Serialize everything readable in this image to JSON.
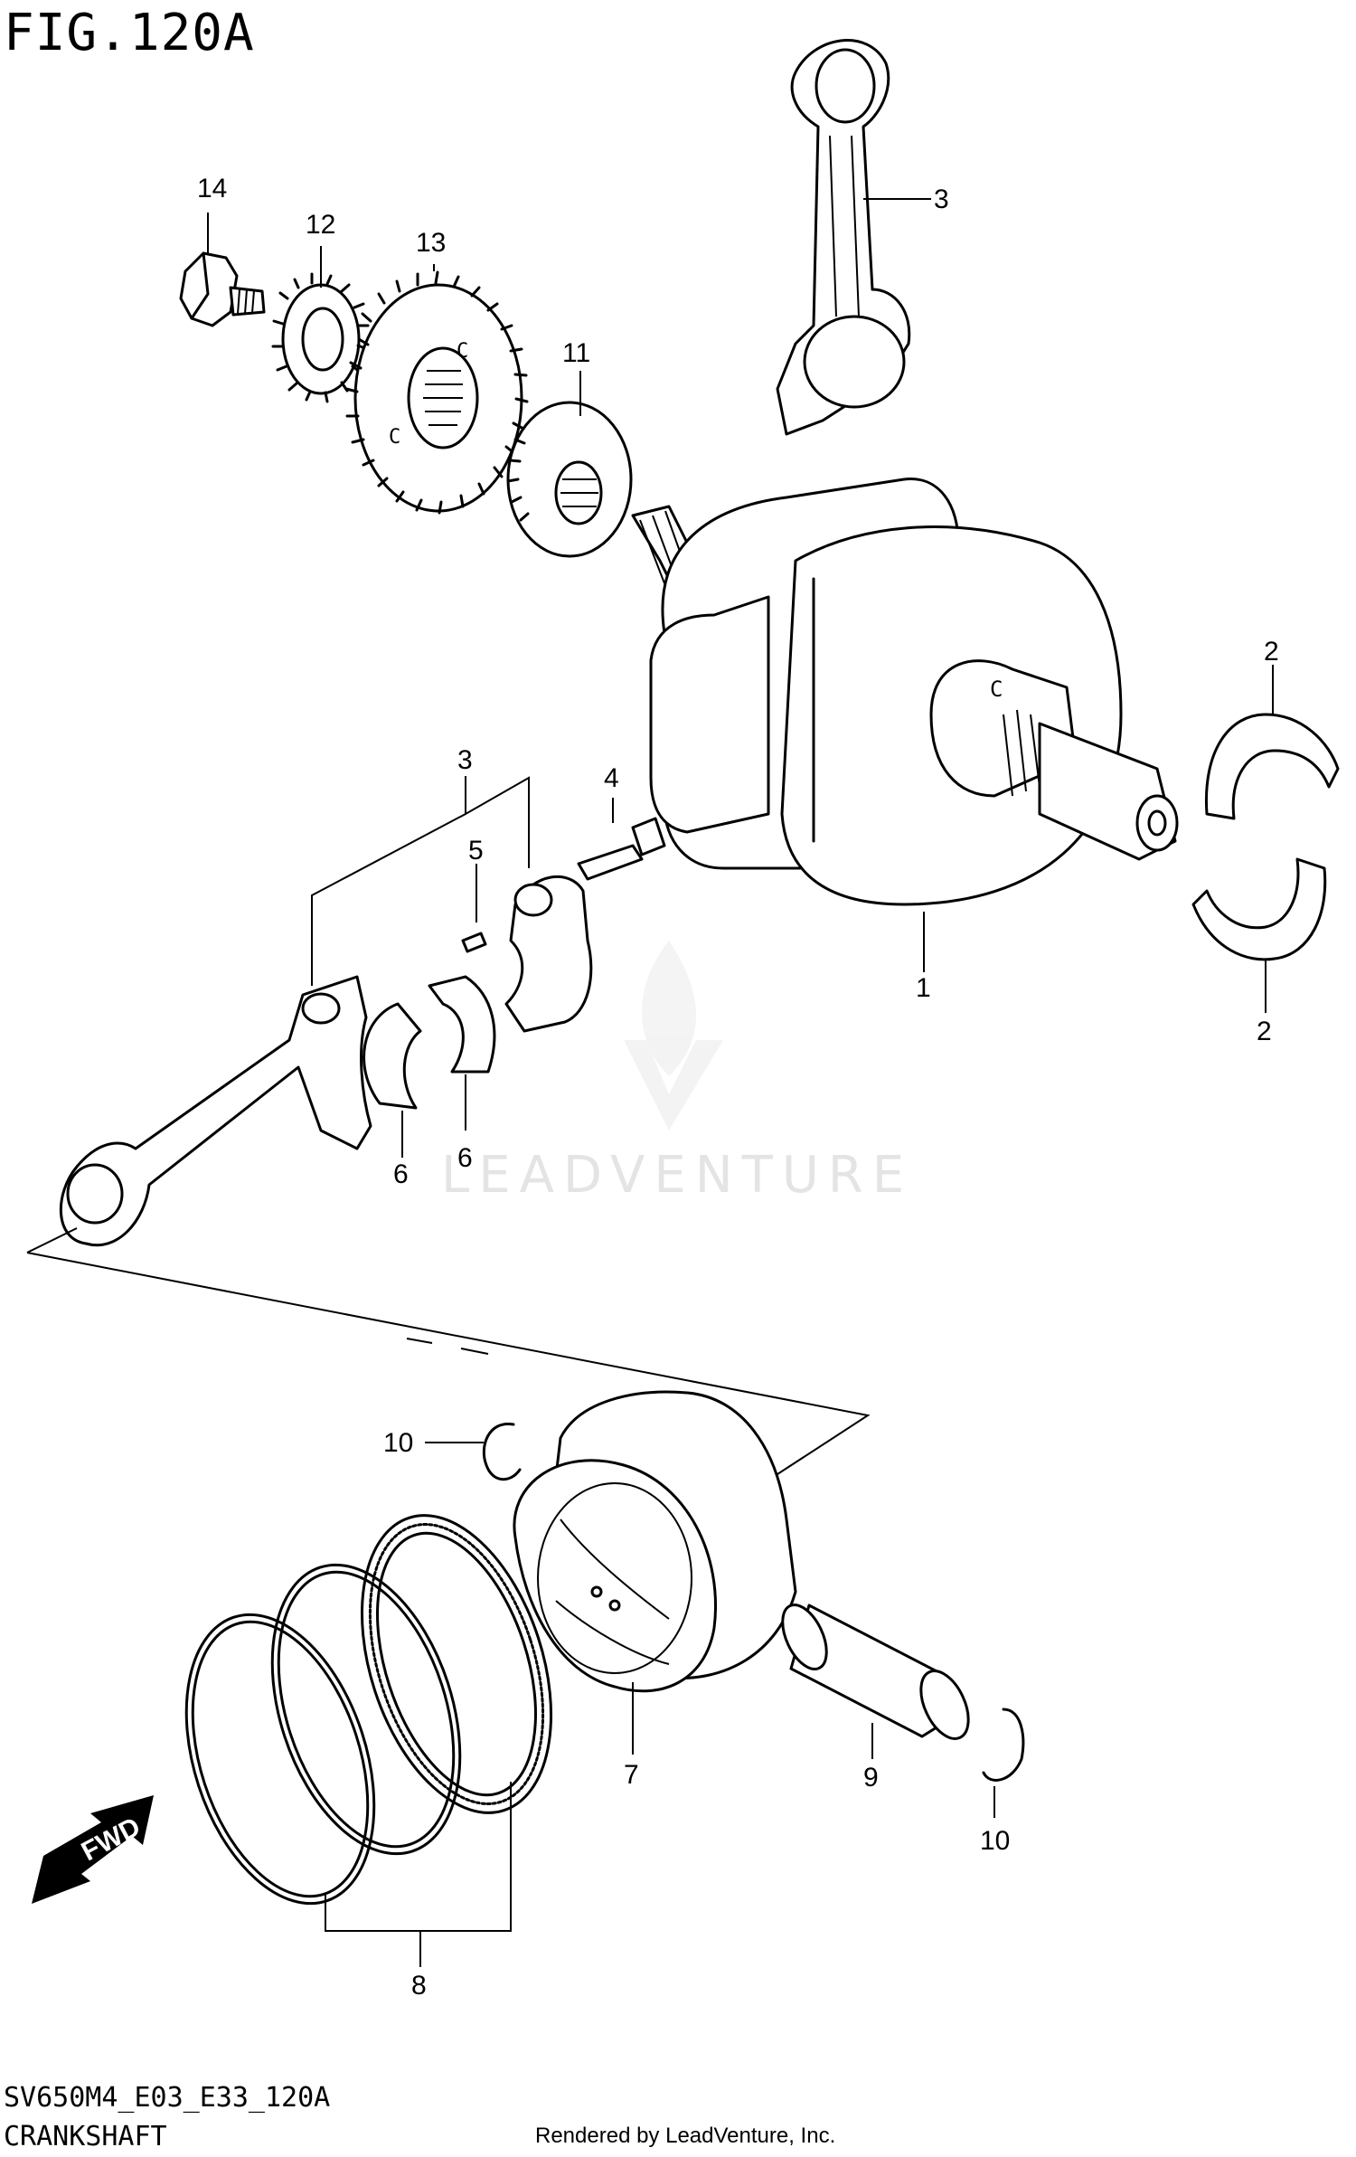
{
  "figure": {
    "title": "FIG.120A",
    "code": "SV650M4_E03_E33_120A",
    "name": "CRANKSHAFT",
    "rendered_by": "Rendered by LeadVenture, Inc."
  },
  "watermark": {
    "text": "LEADVENTURE"
  },
  "fwd_arrow": {
    "label": "FWD"
  },
  "callouts": {
    "c1": "1",
    "c2a": "2",
    "c2b": "2",
    "c3a": "3",
    "c3b": "3",
    "c4": "4",
    "c5": "5",
    "c6a": "6",
    "c6b": "6",
    "c7": "7",
    "c8": "8",
    "c9": "9",
    "c10a": "10",
    "c10b": "10",
    "c11": "11",
    "c12": "12",
    "c13": "13",
    "c14": "14"
  }
}
